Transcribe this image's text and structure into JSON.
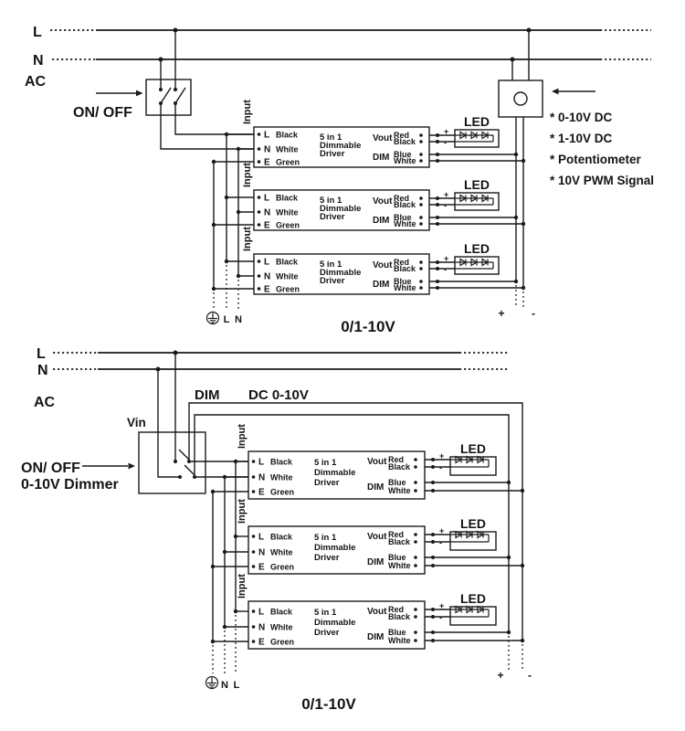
{
  "colors": {
    "ink": "#1a1a1a",
    "background": "#ffffff"
  },
  "led_label": "LED",
  "driver": {
    "input_label": "Input",
    "terminals": [
      {
        "pin": "L",
        "wire": "Black"
      },
      {
        "pin": "N",
        "wire": "White"
      },
      {
        "pin": "E",
        "wire": "Green"
      }
    ],
    "title_lines": [
      "5 in 1",
      "Dimmable",
      "Driver"
    ],
    "vout_label": "Vout",
    "dim_label": "DIM",
    "vout_wires": [
      "Red",
      "Black"
    ],
    "dim_wires": [
      "Blue",
      "White"
    ],
    "plus": "+",
    "minus": "-"
  },
  "top_diagram": {
    "l_label": "L",
    "n_label": "N",
    "ac_label": "AC",
    "switch_label": "ON/ OFF",
    "notes": [
      "* 0-10V DC",
      "* 1-10V DC",
      "* Potentiometer",
      "* 10V PWM Signal"
    ],
    "plus": "+",
    "minus": "-",
    "ground_labels": [
      "L",
      "N"
    ],
    "output_label": "0/1-10V"
  },
  "bottom_diagram": {
    "l_label": "L",
    "n_label": "N",
    "ac_label": "AC",
    "dim_label": "DIM",
    "dim_value": "DC 0-10V",
    "vin_label": "Vin",
    "switch_label_1": "ON/ OFF",
    "switch_label_2": "0-10V Dimmer",
    "plus": "+",
    "minus": "-",
    "ground_labels": [
      "N",
      "L"
    ],
    "output_label": "0/1-10V"
  }
}
